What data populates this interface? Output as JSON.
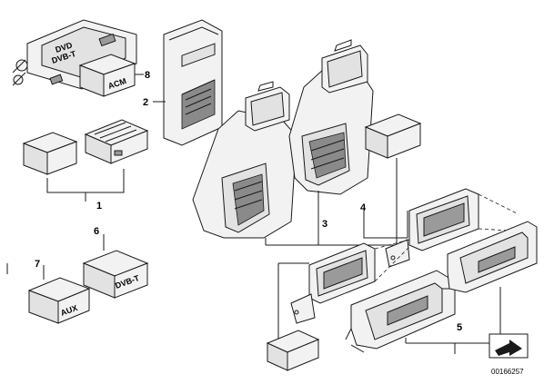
{
  "callouts": {
    "c1": "1",
    "c2": "2",
    "c3": "3",
    "c4": "4",
    "c5": "5",
    "c6": "6",
    "c7": "7",
    "c8": "8"
  },
  "box_labels": {
    "dvd": "DVD",
    "dvbt_small": "DVB-T",
    "acm": "ACM",
    "dvbt": "DVB-T",
    "aux": "AUX"
  },
  "reference_number": "00166257"
}
